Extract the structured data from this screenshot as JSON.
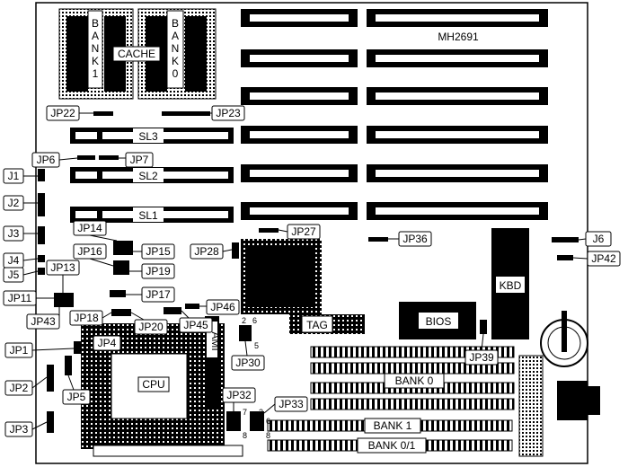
{
  "board": {
    "model": "MH2691",
    "bank1_vertical": "BANK 1",
    "cache_label": "CACHE",
    "bank0_vertical": "BANK 0",
    "slot_labels": {
      "sl1": "SL1",
      "sl2": "SL2",
      "sl3": "SL3"
    },
    "cpu": "CPU",
    "ami": "AMI",
    "tag": "TAG",
    "bios": "BIOS",
    "kbd": "KBD",
    "simm_bank0": "BANK 0",
    "simm_bank1": "BANK 1",
    "simm_bank01": "BANK 0/1",
    "pin_2": "2",
    "pin_6": "6",
    "pin_5": "5",
    "pin_7": "7",
    "pin_8": "8",
    "pin_2b": "2",
    "pin_6b": "6",
    "pin_8b": "8"
  },
  "jumpers": {
    "jp22": "JP22",
    "jp23": "JP23",
    "jp6": "JP6",
    "jp7": "JP7",
    "j1": "J1",
    "j2": "J2",
    "j3": "J3",
    "j4": "J4",
    "j5": "J5",
    "jp13": "JP13",
    "jp11": "JP11",
    "jp43": "JP43",
    "jp14": "JP14",
    "jp15": "JP15",
    "jp16": "JP16",
    "jp19": "JP19",
    "jp17": "JP17",
    "jp18": "JP18",
    "jp20": "JP20",
    "jp45": "JP45",
    "jp46": "JP46",
    "jp28": "JP28",
    "jp27": "JP27",
    "jp36": "JP36",
    "j6": "J6",
    "jp42": "JP42",
    "jp1": "JP1",
    "jp4": "JP4",
    "jp2": "JP2",
    "jp5": "JP5",
    "jp3": "JP3",
    "jp30": "JP30",
    "jp32": "JP32",
    "jp33": "JP33",
    "jp39": "JP39"
  }
}
